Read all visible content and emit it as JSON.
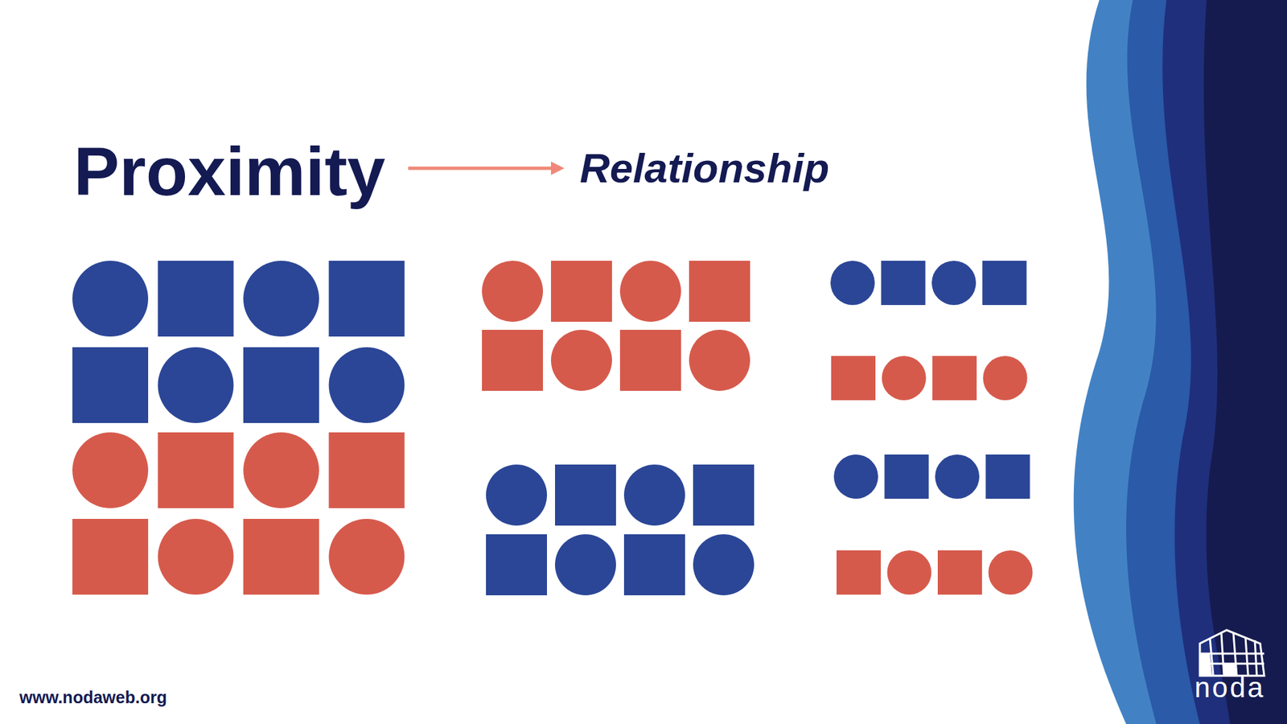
{
  "diagram": {
    "title": "Proximity",
    "labels": [
      "Relationship",
      "www.nodaweb.org",
      "noda"
    ]
  }
}
